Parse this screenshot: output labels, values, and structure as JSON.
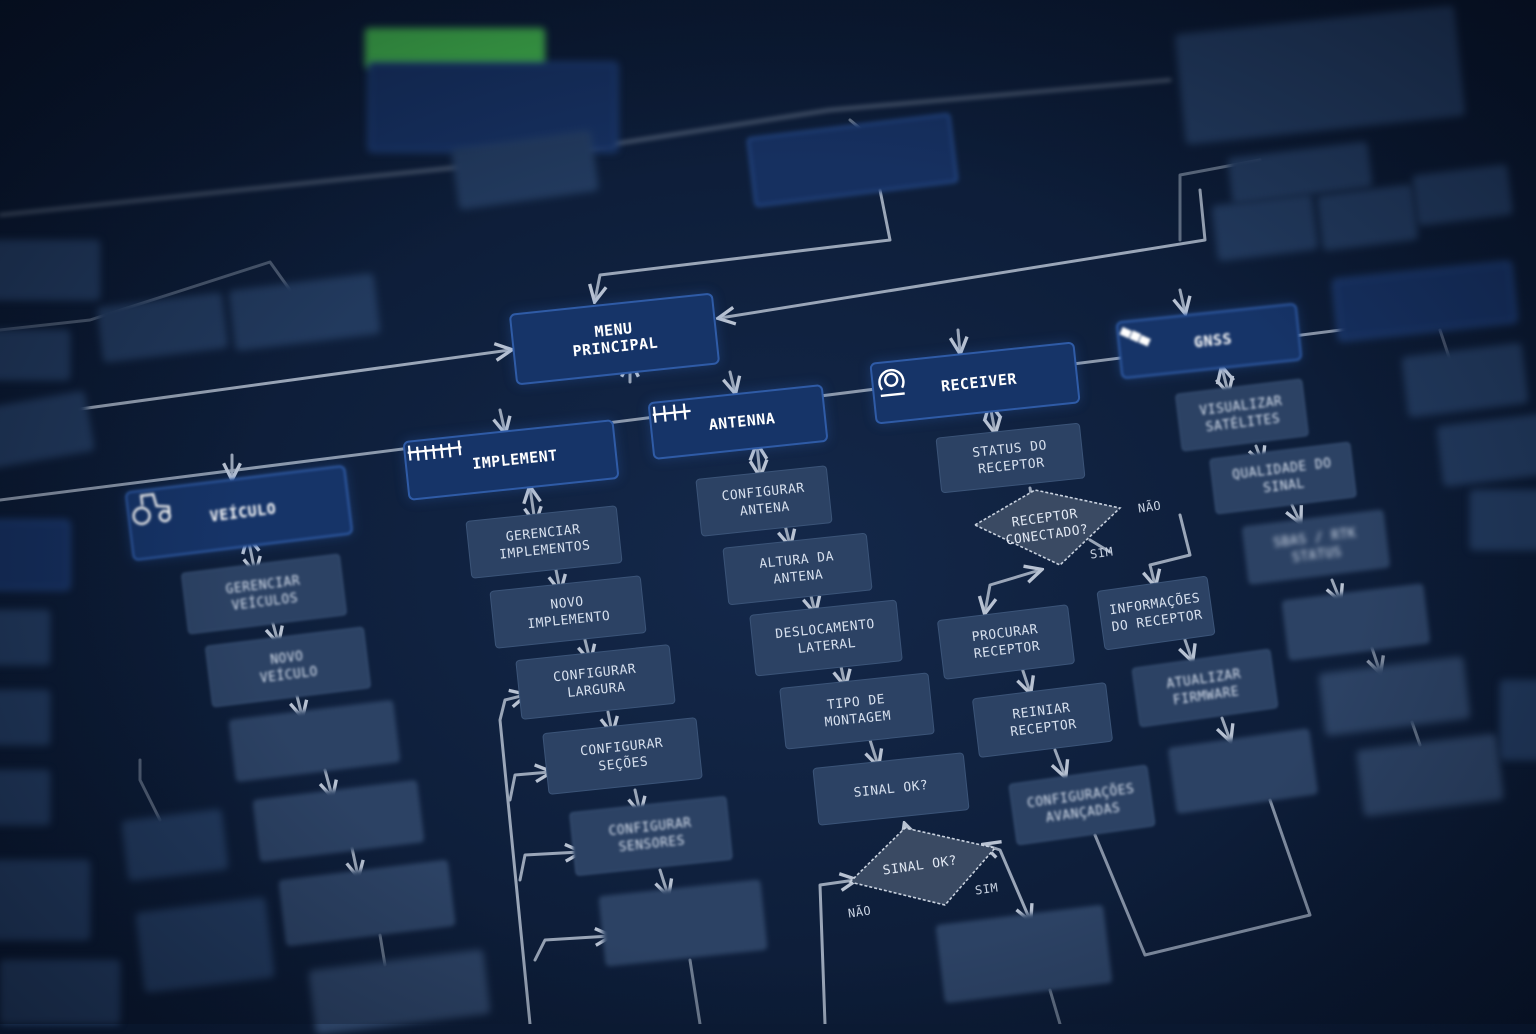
{
  "colors": {
    "background": "#0d1d38",
    "node_fill": "#2c4264",
    "header_fill": "#163468",
    "header_border": "#2f5ba6",
    "connector": "#9aa6b8",
    "start_node": "#3fae4a"
  },
  "top": {
    "start": "",
    "box_a": "",
    "diamond_a": "",
    "node_b": "",
    "sim_label": "",
    "nao_label": ""
  },
  "main_menu": {
    "label": "MENU\nPRINCIPAL"
  },
  "side_labels": {
    "left_1": "",
    "left_2": ""
  },
  "columns": {
    "veiculo": {
      "header": "VEÍCULO",
      "icon": "tractor-icon",
      "items": [
        "GERENCIAR\nVEÍCULOS",
        "NOVO\nVEÍCULO",
        "",
        "",
        ""
      ]
    },
    "implement": {
      "header": "IMPLEMENT",
      "icon": "implement-bar-icon",
      "items": [
        "GERENCIAR\nIMPLEMENTOS",
        "NOVO\nIMPLEMENTO",
        "CONFIGURAR\nLARGURA",
        "CONFIGURAR\nSEÇÕES",
        "CONFIGURAR\nSENSORES",
        ""
      ]
    },
    "antenna": {
      "header": "ANTENNA",
      "icon": "antenna-icon",
      "items": [
        "CONFIGURAR\nANTENA",
        "ALTURA DA\nANTENA",
        "DESLOCAMENTO\nLATERAL",
        "TIPO DE\nMONTAGEM",
        "SINAL OK?"
      ],
      "decision": "SINAL OK?",
      "yes": "SIM",
      "no": "NÃO",
      "save": ""
    },
    "receiver": {
      "header": "RECEIVER",
      "icon": "receiver-icon",
      "status": "STATUS DO\nRECEPTOR",
      "decision": "RECEPTOR\nCONECTADO?",
      "yes": "SIM",
      "no": "NÃO",
      "left_items": [
        "PROCURAR\nRECEPTOR",
        "REINIAR\nRECEPTOR",
        "CONFIGURAÇÕES\nAVANÇADAS"
      ],
      "right_items": [
        "INFORMAÇÕES\nDO RECEPTOR",
        "ATUALIZAR\nFIRMWARE",
        ""
      ]
    },
    "gnss": {
      "header": "GNSS",
      "icon": "satellite-icon",
      "items": [
        "VISUALIZAR\nSATÉLITES",
        "QUALIDADE DO\nSINAL",
        "SBAS / RTK\nSTATUS",
        "",
        ""
      ]
    }
  }
}
